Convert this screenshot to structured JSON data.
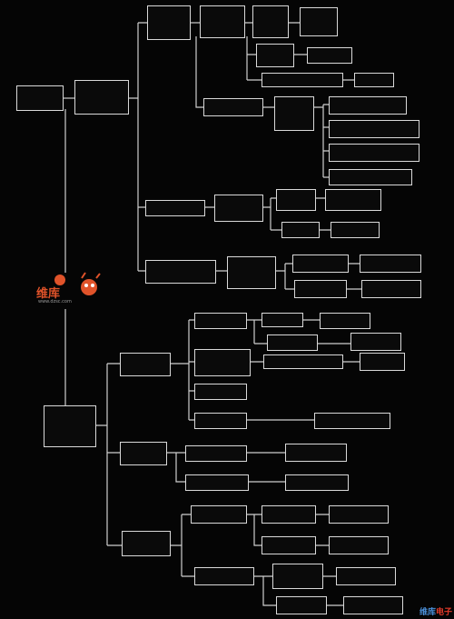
{
  "diagram": {
    "nodes": {
      "root_upper": "",
      "root_lower": "",
      "u_mid": "",
      "u_a": "",
      "u_a1": "",
      "u_a1_x": "",
      "u_a1_x_leaf": "",
      "u_a1_y": "",
      "u_a1_y_leaf": "",
      "u_a1_z": "",
      "u_b": "",
      "u_b_x": "",
      "u_b_leaf1": "",
      "u_b_leaf2": "",
      "u_b_leaf3": "",
      "u_b_leaf4": "",
      "u_c": "",
      "u_c_x": "",
      "u_c_x1": "",
      "u_c_x1_leaf": "",
      "u_c_x2": "",
      "u_d": "",
      "u_d_x": "",
      "u_d_x1": "",
      "u_d_x1_leaf": "",
      "u_d_x2": "",
      "u_d_x2_leaf": "",
      "l_a": "",
      "l_a1": "",
      "l_a1_x": "",
      "l_a1_x_leaf": "",
      "l_a1_y": "",
      "l_a1_y_leaf": "",
      "l_a2": "",
      "l_a2_leaf": "",
      "l_a2_leaf2": "",
      "l_a3": "",
      "l_a4": "",
      "l_a4_leaf": "",
      "l_b": "",
      "l_b1": "",
      "l_b1_leaf": "",
      "l_b2": "",
      "l_b2_leaf": "",
      "l_c": "",
      "l_c1": "",
      "l_c1_x": "",
      "l_c1_x_leaf": "",
      "l_c1_y": "",
      "l_c1_y_leaf": "",
      "l_c2": "",
      "l_c2_x": "",
      "l_c2_x_leaf": "",
      "l_c2_y": "",
      "l_c2_y_leaf": ""
    },
    "logo_text": "维库",
    "logo_sub": "www.dzsc.com",
    "watermark_a": "维库",
    "watermark_b": "电子"
  },
  "colors": {
    "background": "#050505",
    "border": "#d9d9d9",
    "line": "#cfcfcf",
    "logo": "#e0532a"
  }
}
